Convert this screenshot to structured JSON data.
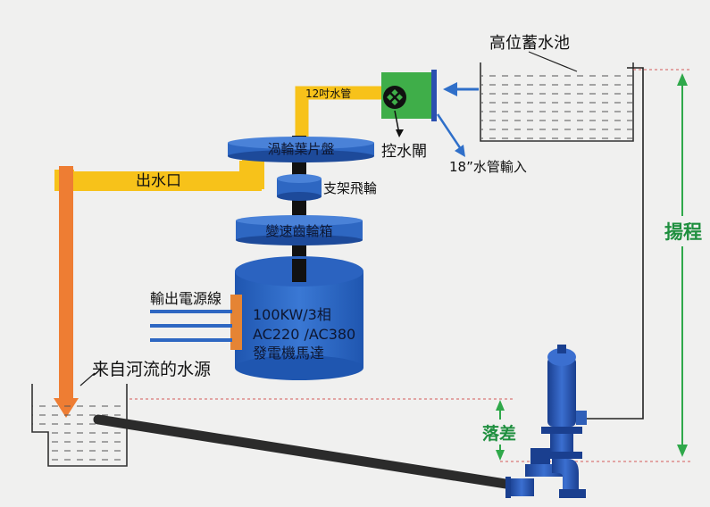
{
  "labels": {
    "high_reservoir": "高位蓄水池",
    "pipe_12": "12吋水管",
    "water_gate": "控水閘",
    "pipe_18_input": "18”水管輸入",
    "turbine_disc": "渦輪葉片盤",
    "outlet": "出水口",
    "flywheel": "支架飛輪",
    "gearbox": "變速齒輪箱",
    "output_cable": "輸出電源線",
    "gen_line1": "100KW/3相",
    "gen_line2": "AC220 /AC380",
    "gen_line3": "發電機馬達",
    "river_source": "来自河流的水源",
    "head": "揚程",
    "drop": "落差"
  },
  "colors": {
    "blue_component": "#2e67c2",
    "blue_dark": "#1d4a9a",
    "yellow_pipe": "#f7c21a",
    "orange_pipe": "#ee7d33",
    "shaft": "#111111",
    "gate_green": "#3fae49",
    "label_green": "#1f8f3f",
    "dim_line_red": "#d55a5a",
    "water_line": "#555555"
  }
}
